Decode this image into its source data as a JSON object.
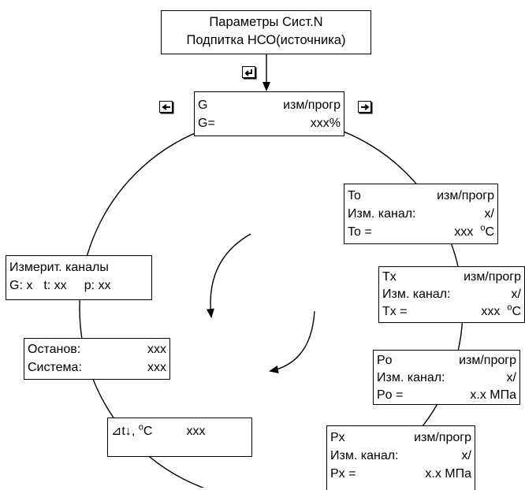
{
  "header": {
    "line1": "Параметры Сист.N",
    "line2": "Подпитка НСО(источника)"
  },
  "screens": {
    "g": {
      "row1_left": "G",
      "row1_right": "изм/прогр",
      "row2_left": "G=",
      "row2_right": "xxx%"
    },
    "to": {
      "row1_left": "To",
      "row1_right": "изм/прогр",
      "row2_left": "Изм.  канал:",
      "row2_right": "x/",
      "row3_left": "To =",
      "row3_value": "xxx",
      "row3_unit": "C"
    },
    "tx": {
      "row1_left": "Tx",
      "row1_right": "изм/прогр",
      "row2_left": "Изм.  канал:",
      "row2_right": "x/",
      "row3_left": "Tx =",
      "row3_value": "xxx",
      "row3_unit": "C"
    },
    "po": {
      "row1_left": "Po",
      "row1_right": "изм/прогр",
      "row2_left": "Изм.  канал:",
      "row2_right": "x/",
      "row3_left": "Po =",
      "row3_right": "x.x МПа"
    },
    "px": {
      "row1_left": "Px",
      "row1_right": "изм/прогр",
      "row2_left": "Изм.  канал:",
      "row2_right": "x/",
      "row3_left": "Px =",
      "row3_right": "x.x МПа"
    },
    "dt": {
      "label": "⊿t↓, ",
      "unit": "C",
      "value": "xxx"
    },
    "stop": {
      "row1_left": "Останов:",
      "row1_right": "xxx",
      "row2_left": "Система:",
      "row2_right": "xxx"
    },
    "channels": {
      "row1": "Измерит. каналы",
      "row2_g": "G: x",
      "row2_t": "t: xx",
      "row2_p": "p: xx"
    }
  },
  "degree_symbol": "o",
  "icons": [
    "enter-key-icon",
    "left-arrow-key-icon",
    "right-arrow-key-icon"
  ]
}
